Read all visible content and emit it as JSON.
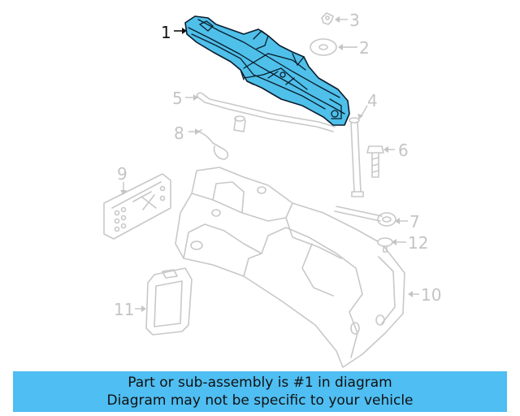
{
  "diagram": {
    "callouts": {
      "c1": "1",
      "c2": "2",
      "c3": "3",
      "c4": "4",
      "c5": "5",
      "c6": "6",
      "c7": "7",
      "c8": "8",
      "c9": "9",
      "c10": "10",
      "c11": "11",
      "c12": "12"
    },
    "highlight_part": "1",
    "colors": {
      "highlight": "#4fc0ea",
      "banner": "#4fbef2",
      "ghost": "#c8c8c8"
    }
  },
  "banner": {
    "line1": "Part or sub-assembly is #1 in diagram",
    "line2": "Diagram may not be specific to your vehicle"
  }
}
